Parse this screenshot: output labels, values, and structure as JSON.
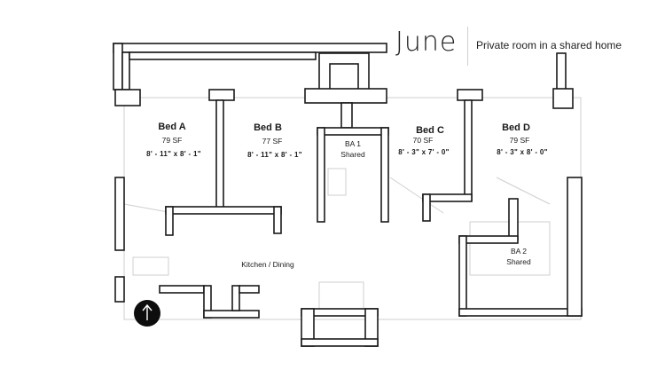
{
  "header": {
    "logo": "June",
    "tagline": "Private room in a shared home"
  },
  "rooms": [
    {
      "key": "bed_a",
      "name": "Bed A",
      "area": "79 SF",
      "dims": "8' - 11\"  x  8' - 1\""
    },
    {
      "key": "bed_b",
      "name": "Bed B",
      "area": "77 SF",
      "dims": "8' - 11\"  x  8' - 1\""
    },
    {
      "key": "bed_c",
      "name": "Bed C",
      "area": "70 SF",
      "dims": "8' - 3\"  x  7' - 0\""
    },
    {
      "key": "bed_d",
      "name": "Bed D",
      "area": "79 SF",
      "dims": "8' - 3\"  x  8' - 0\""
    }
  ],
  "baths": [
    {
      "key": "ba_1",
      "name": "BA 1",
      "note": "Shared"
    },
    {
      "key": "ba_2",
      "name": "BA 2",
      "note": "Shared"
    }
  ],
  "common": {
    "kitchen": "Kitchen / Dining"
  },
  "compass": {
    "icon": "north-arrow-icon"
  }
}
